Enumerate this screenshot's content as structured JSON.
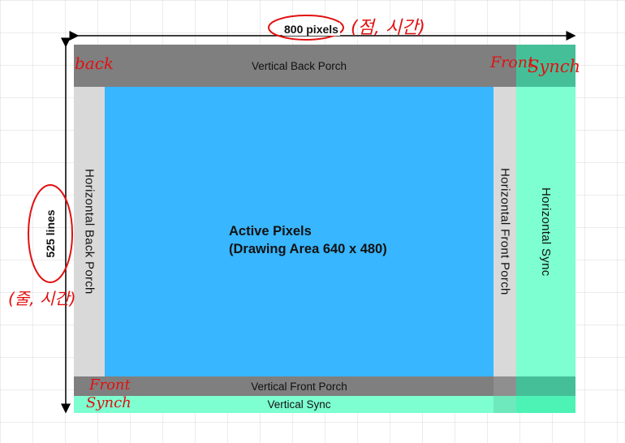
{
  "dimensions": {
    "width_label": "800 pixels",
    "height_label": "525 lines"
  },
  "regions": {
    "vertical_back_porch": "Vertical Back Porch",
    "vertical_front_porch": "Vertical Front Porch",
    "vertical_sync": "Vertical Sync",
    "horizontal_back_porch": "Horizontal Back Porch",
    "horizontal_front_porch": "Horizontal Front Porch",
    "horizontal_sync": "Horizontal Sync",
    "active_title": "Active Pixels",
    "active_subtitle": "(Drawing Area 640 x 480)"
  },
  "annotations": {
    "back": "back",
    "front_top": "Front",
    "synch_top": "Synch",
    "front_bottom": "Front",
    "synch_bottom": "Synch",
    "width_note": "(점, 시간)",
    "height_note": "(줄, 시간)"
  },
  "colors": {
    "dark_gray": "#7f7f7f",
    "light_gray": "#d9d9d9",
    "active_blue": "#38b6ff",
    "sync_mint": "#7dffd1",
    "sync_corner": "#4df2b5",
    "annotation_red": "#e21010"
  }
}
